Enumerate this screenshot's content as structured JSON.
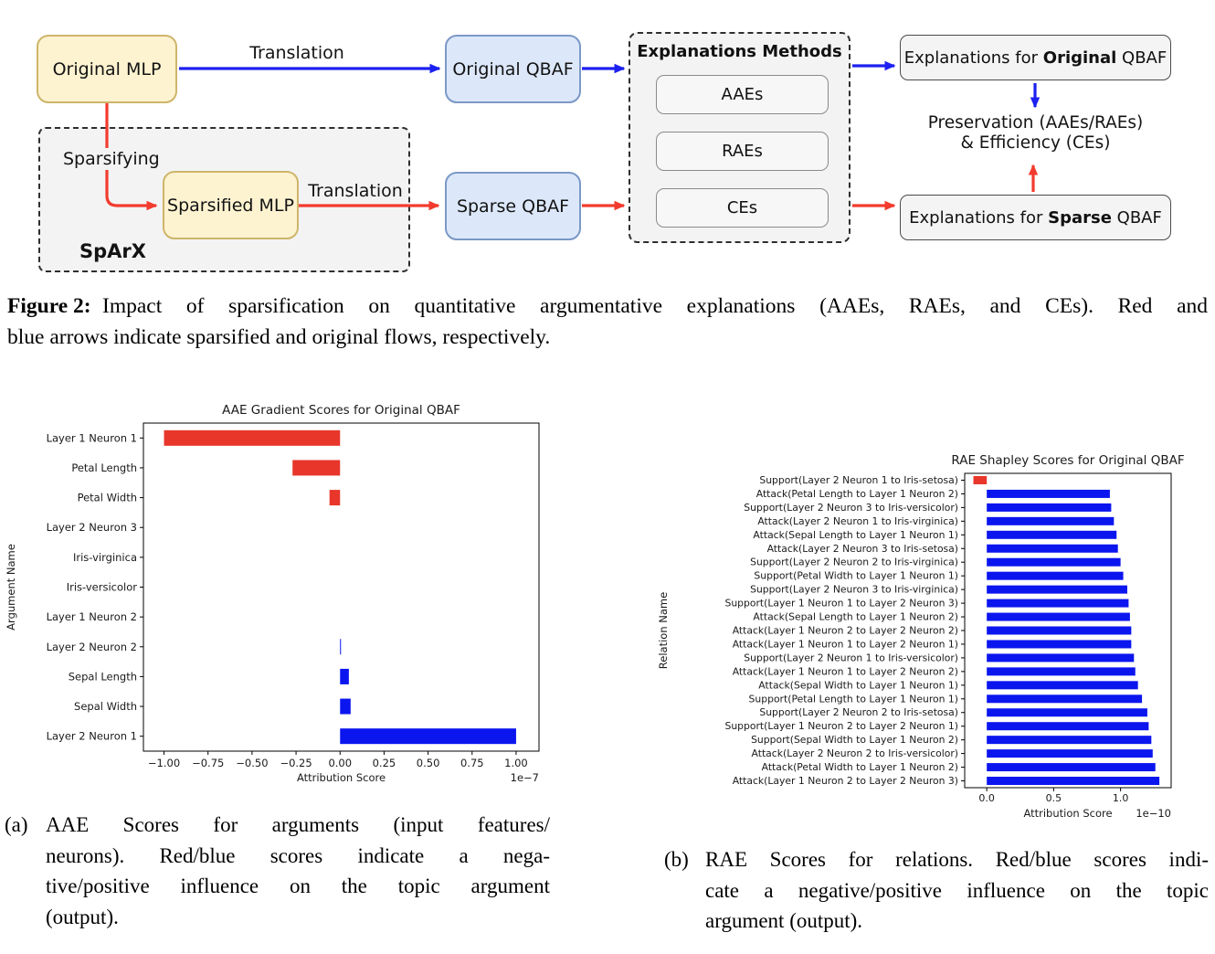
{
  "diagram": {
    "nodes": {
      "original_mlp": "Original MLP",
      "original_qbaf": "Original QBAF",
      "sparsified_mlp": "Sparsified MLP",
      "sparse_qbaf": "Sparse QBAF"
    },
    "labels": {
      "translation_top": "Translation",
      "translation_bottom": "Translation",
      "sparsifying": "Sparsifying",
      "sparx": "SpArX",
      "preservation_line1": "Preservation (AAEs/RAEs)",
      "preservation_line2": "& Efficiency (CEs)"
    },
    "methods": {
      "title": "Explanations Methods",
      "items": [
        "AAEs",
        "RAEs",
        "CEs"
      ]
    },
    "explanations_original": {
      "prefix": "Explanations for ",
      "em": "Original",
      "suffix": " QBAF"
    },
    "explanations_sparse": {
      "prefix": "Explanations for ",
      "em": "Sparse",
      "suffix": " QBAF"
    },
    "colors": {
      "original_flow": "#1c20f0",
      "sparse_flow": "#f23b2e",
      "mlp_fill": "#fdf3d1",
      "mlp_border": "#ceb569",
      "qbaf_fill": "#dce8fa",
      "qbaf_border": "#7b98c6"
    }
  },
  "figure_caption": {
    "label": "Figure 2:",
    "lines": [
      "Impact of sparsification on quantitative argumentative explanations (AAEs, RAEs, and CEs). Red and",
      "blue arrows indicate sparsified and original flows, respectively."
    ]
  },
  "chart_data": [
    {
      "type": "bar",
      "orientation": "horizontal",
      "title": "AAE Gradient Scores for Original QBAF",
      "xlabel": "Attribution Score",
      "ylabel": "Argument Name",
      "offset_text": "1e−7",
      "categories": [
        "Layer 1 Neuron 1",
        "Petal Length",
        "Petal Width",
        "Layer 2 Neuron 3",
        "Iris-virginica",
        "Iris-versicolor",
        "Layer 1 Neuron 2",
        "Layer 2 Neuron 2",
        "Sepal Length",
        "Sepal Width",
        "Layer 2 Neuron 1"
      ],
      "values": [
        -1.0,
        -0.27,
        -0.06,
        0,
        0,
        0,
        0,
        0.005,
        0.05,
        0.06,
        1.0
      ],
      "xlim": [
        -1.117,
        1.13
      ],
      "xticks": [
        -1.0,
        -0.75,
        -0.5,
        -0.25,
        0,
        0.25,
        0.5,
        0.75,
        1.0
      ],
      "xtick_labels": [
        "−1.00",
        "−0.75",
        "−0.50",
        "−0.25",
        "0.00",
        "0.25",
        "0.50",
        "0.75",
        "1.00"
      ],
      "negative_color": "#e8362b",
      "positive_color": "#0b16ef",
      "grid": false
    },
    {
      "type": "bar",
      "orientation": "horizontal",
      "title": "RAE Shapley Scores for Original QBAF",
      "xlabel": "Attribution Score",
      "ylabel": "Relation Name",
      "offset_text": "1e−10",
      "categories": [
        "Support(Layer 2 Neuron 1 to Iris-setosa)",
        "Attack(Petal Length to Layer 1 Neuron 2)",
        "Support(Layer 2 Neuron 3 to Iris-versicolor)",
        "Attack(Layer 2 Neuron 1 to Iris-virginica)",
        "Attack(Sepal Length to Layer 1 Neuron 1)",
        "Attack(Layer 2 Neuron 3 to Iris-setosa)",
        "Support(Layer 2 Neuron 2 to Iris-virginica)",
        "Support(Petal Width to Layer 1 Neuron 1)",
        "Support(Layer 2 Neuron 3 to Iris-virginica)",
        "Support(Layer 1 Neuron 1 to Layer 2 Neuron 3)",
        "Attack(Sepal Length to Layer 1 Neuron 2)",
        "Attack(Layer 1 Neuron 2 to Layer 2 Neuron 2)",
        "Attack(Layer 1 Neuron 1 to Layer 2 Neuron 1)",
        "Support(Layer 2 Neuron 1 to Iris-versicolor)",
        "Attack(Layer 1 Neuron 1 to Layer 2 Neuron 2)",
        "Attack(Sepal Width to Layer 1 Neuron 1)",
        "Support(Petal Length to Layer 1 Neuron 1)",
        "Support(Layer 2 Neuron 2 to Iris-setosa)",
        "Support(Layer 1 Neuron 2 to Layer 2 Neuron 1)",
        "Support(Sepal Width to Layer 1 Neuron 2)",
        "Attack(Layer 2 Neuron 2 to Iris-versicolor)",
        "Attack(Petal Width to Layer 1 Neuron 2)",
        "Attack(Layer 1 Neuron 2 to Layer 2 Neuron 3)"
      ],
      "values": [
        -0.1,
        0.92,
        0.93,
        0.95,
        0.97,
        0.98,
        1.0,
        1.02,
        1.05,
        1.06,
        1.07,
        1.08,
        1.08,
        1.1,
        1.11,
        1.13,
        1.16,
        1.2,
        1.21,
        1.23,
        1.24,
        1.26,
        1.29
      ],
      "xlim": [
        -0.165,
        1.378
      ],
      "xticks": [
        0,
        0.5,
        1.0
      ],
      "xtick_labels": [
        "0.0",
        "0.5",
        "1.0"
      ],
      "negative_color": "#e8362b",
      "positive_color": "#0b16ef",
      "grid": false
    }
  ],
  "subcaptions": {
    "a": {
      "label": "(a)",
      "lines": [
        "AAE Scores for arguments (input features/",
        "neurons). Red/blue scores indicate a nega-",
        "tive/positive influence on the topic argument",
        "(output)."
      ]
    },
    "b": {
      "label": "(b)",
      "lines": [
        "RAE Scores for relations. Red/blue scores indi-",
        "cate a negative/positive influence on the topic",
        "argument (output)."
      ]
    }
  }
}
